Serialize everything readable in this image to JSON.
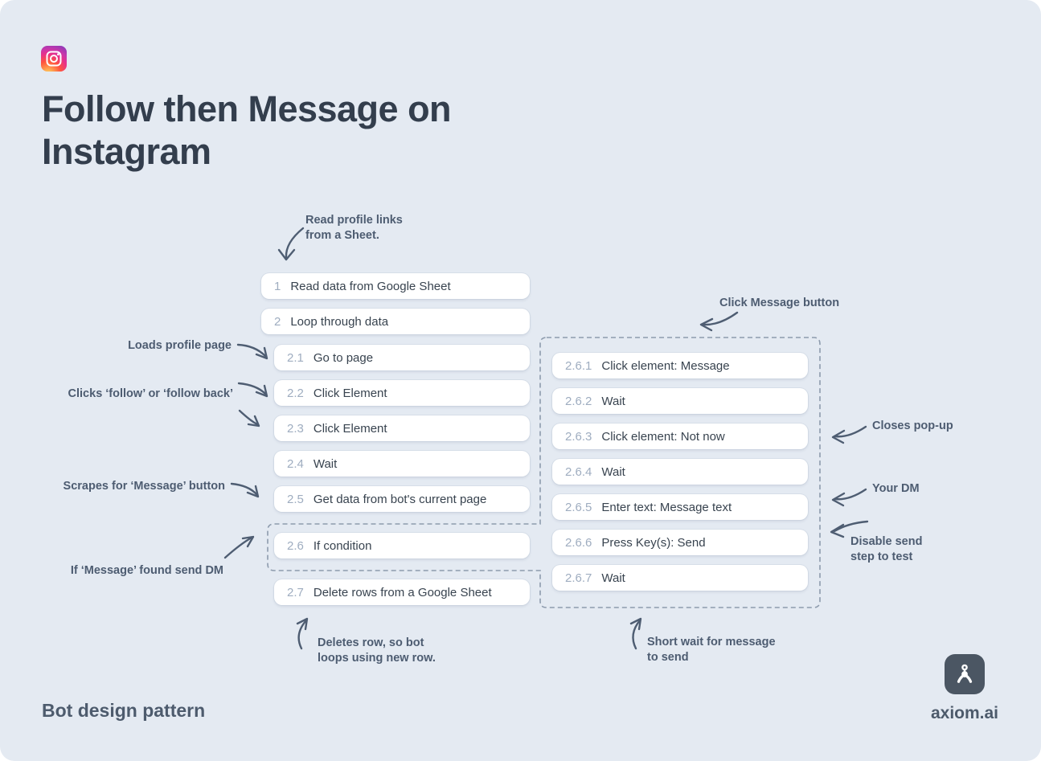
{
  "header": {
    "title": "Follow then Message on\nInstagram"
  },
  "steps_main": [
    {
      "num": "1",
      "label": "Read data from Google Sheet"
    },
    {
      "num": "2",
      "label": "Loop through data"
    },
    {
      "num": "2.1",
      "label": "Go to page"
    },
    {
      "num": "2.2",
      "label": "Click Element"
    },
    {
      "num": "2.3",
      "label": "Click Element"
    },
    {
      "num": "2.4",
      "label": "Wait"
    },
    {
      "num": "2.5",
      "label": "Get data from bot's current page"
    },
    {
      "num": "2.6",
      "label": "If condition"
    },
    {
      "num": "2.7",
      "label": "Delete rows from a Google Sheet"
    }
  ],
  "steps_sub": [
    {
      "num": "2.6.1",
      "label": "Click element: Message"
    },
    {
      "num": "2.6.2",
      "label": "Wait"
    },
    {
      "num": "2.6.3",
      "label": "Click element: Not now"
    },
    {
      "num": "2.6.4",
      "label": "Wait"
    },
    {
      "num": "2.6.5",
      "label": "Enter text: Message text"
    },
    {
      "num": "2.6.6",
      "label": "Press Key(s): Send"
    },
    {
      "num": "2.6.7",
      "label": "Wait"
    }
  ],
  "annotations": {
    "read_sheet": "Read profile links\nfrom a Sheet.",
    "loads_profile": "Loads profile page",
    "clicks_follow": "Clicks ‘follow’ or ‘follow back’",
    "scrapes": "Scrapes for ‘Message’ button",
    "if_found": "If ‘Message’ found send DM",
    "deletes_row": "Deletes row, so bot\nloops using new row.",
    "click_message": "Click Message button",
    "closes_popup": "Closes pop-up",
    "your_dm": "Your DM",
    "disable_send": "Disable send\nstep to test",
    "short_wait": "Short wait for message\nto send"
  },
  "footer": {
    "left": "Bot design pattern",
    "right": "axiom.ai"
  },
  "icons": {
    "instagram": "instagram-app-icon",
    "axiom": "axiom-robot-claw-icon"
  },
  "colors": {
    "background": "#e4eaf2",
    "card": "#ffffff",
    "title": "#333e4d",
    "step_number": "#9fadc0",
    "step_label": "#38434f",
    "annotation": "#4d5c71",
    "arrow": "#4e5d72",
    "dashed_border": "#8d9bad",
    "logo_bg": "#4b5663"
  }
}
